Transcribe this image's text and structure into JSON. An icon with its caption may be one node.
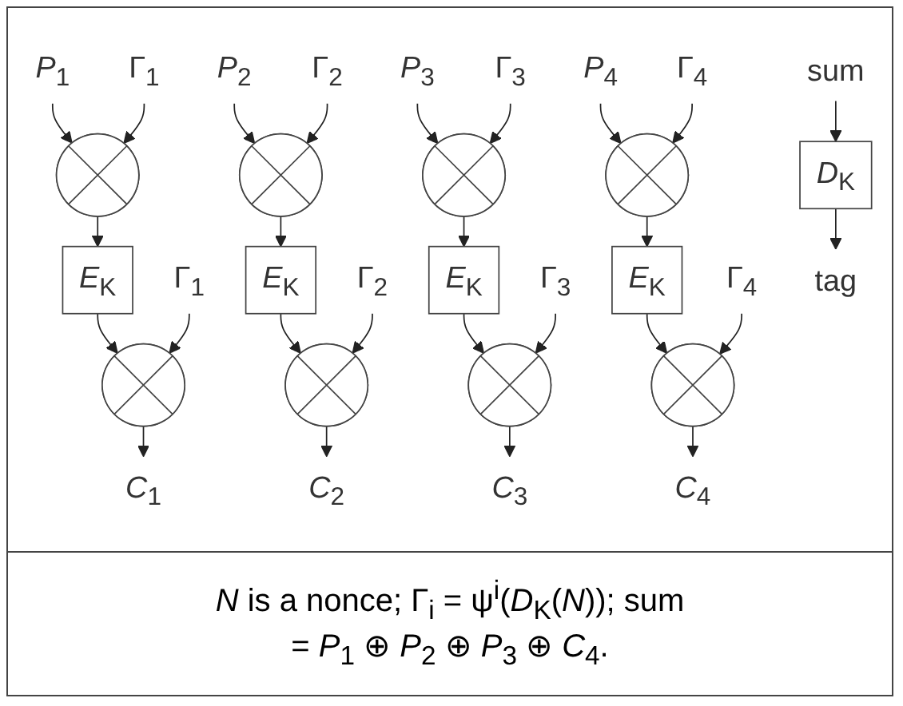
{
  "diagram": {
    "caption": "*N* is a nonce; Γ$_{i}$ = ψ$^{i}$(*D*$_{K}$(*N*)); sum = *P*$_{1}$ ⊕ *P*$_{2}$ ⊕ *P*$_{3}$ ⊕ *C*$_{4}$.",
    "nodes": [
      {
        "text": [
          "*P*$_{1}$"
        ]
      },
      {
        "text": [
          "*P*$_{2}$"
        ]
      },
      {
        "text": [
          "*P*$_{3}$"
        ]
      },
      {
        "text": [
          "*P*$_{4}$"
        ]
      },
      {
        "text": [
          "sum"
        ]
      },
      {
        "text": [
          "Γ$_{1}$"
        ]
      },
      {
        "text": [],
        "shape": "circle"
      },
      {
        "text": [
          "Γ$_{2}$"
        ]
      },
      {
        "text": [],
        "shape": "circle"
      },
      {
        "text": [
          "Γ$_{3}$"
        ]
      },
      {
        "text": [],
        "shape": "circle"
      },
      {
        "text": [
          "Γ$_{4}$"
        ]
      },
      {
        "text": [],
        "shape": "circle"
      },
      {
        "text": [
          "*E*$_{K}$"
        ]
      },
      {
        "text": [
          "*E*$_{K}$"
        ]
      },
      {
        "text": [
          "*E*$_{K}$"
        ]
      },
      {
        "text": [
          "*E*$_{K}$"
        ]
      },
      {
        "text": [
          "*D*$_{K}$"
        ]
      },
      {
        "text": [
          "Γ$_{1}$"
        ]
      },
      {
        "text": [],
        "shape": "circle"
      },
      {
        "text": [
          "Γ$_{2}$"
        ]
      },
      {
        "text": [],
        "shape": "circle"
      },
      {
        "text": [
          "Γ$_{3}$"
        ]
      },
      {
        "text": [],
        "shape": "circle"
      },
      {
        "text": [
          "Γ$_{4}$"
        ]
      },
      {
        "text": [],
        "shape": "circle"
      },
      {
        "text": [
          "*C*$_{1}$"
        ]
      },
      {
        "text": [
          "*C*$_{2}$"
        ]
      },
      {
        "text": [
          "*C*$_{3}$"
        ]
      },
      {
        "text": [
          "*C*$_{4}$"
        ]
      },
      {
        "text": [
          "tag"
        ]
      }
    ],
    "edges": [
      {
        "from": 0,
        "to": 6,
        "arrow": "to"
      },
      {
        "from": 5,
        "to": 6,
        "arrow": "to"
      },
      {
        "from": 6,
        "to": 13,
        "arrow": "to"
      },
      {
        "from": 13,
        "to": 19,
        "arrow": "to"
      },
      {
        "from": 18,
        "to": 19,
        "arrow": "to"
      },
      {
        "from": 19,
        "to": 26,
        "arrow": "to"
      },
      {
        "from": 1,
        "to": 8,
        "arrow": "to"
      },
      {
        "from": 7,
        "to": 8,
        "arrow": "to"
      },
      {
        "from": 8,
        "to": 14,
        "arrow": "to"
      },
      {
        "from": 14,
        "to": 21,
        "arrow": "to"
      },
      {
        "from": 20,
        "to": 21,
        "arrow": "to"
      },
      {
        "from": 21,
        "to": 27,
        "arrow": "to"
      },
      {
        "from": 2,
        "to": 10,
        "arrow": "to"
      },
      {
        "from": 9,
        "to": 10,
        "arrow": "to"
      },
      {
        "from": 10,
        "to": 15,
        "arrow": "to"
      },
      {
        "from": 15,
        "to": 23,
        "arrow": "to"
      },
      {
        "from": 22,
        "to": 23,
        "arrow": "to"
      },
      {
        "from": 23,
        "to": 28,
        "arrow": "to"
      },
      {
        "from": 3,
        "to": 12,
        "arrow": "to"
      },
      {
        "from": 11,
        "to": 12,
        "arrow": "to"
      },
      {
        "from": 12,
        "to": 16,
        "arrow": "to"
      },
      {
        "from": 16,
        "to": 25,
        "arrow": "to"
      },
      {
        "from": 24,
        "to": 25,
        "arrow": "to"
      },
      {
        "from": 25,
        "to": 29,
        "arrow": "to"
      },
      {
        "from": 4,
        "to": 17,
        "arrow": "to"
      },
      {
        "from": 17,
        "to": 30,
        "arrow": "to"
      }
    ]
  }
}
